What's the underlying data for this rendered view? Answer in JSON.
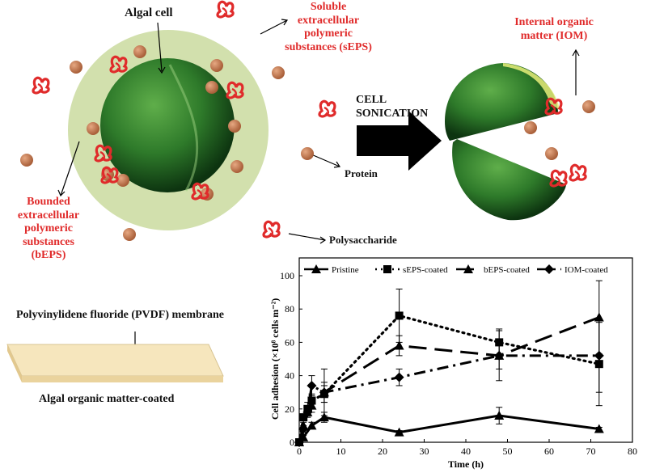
{
  "labels": {
    "algal_cell": "Algal cell",
    "seps": "Soluble extracellular polymeric substances (sEPS)",
    "iom": "Internal organic matter (IOM)",
    "sonication": "CELL SONICATION",
    "protein": "Protein",
    "beps": "Bounded extracellular polymeric substances (bEPS)",
    "polysaccharide": "Polysaccharide",
    "pvdf": "Polyvinylidene fluoride (PVDF) membrane",
    "aom_coated": "Algal organic matter-coated"
  },
  "colors": {
    "label_red": "#e02b2b",
    "cell_green": "#2e7a2a",
    "halo_green": "#d2e0ad",
    "protein_brown": "#c8815a",
    "membrane_tan": "#f4e3b4"
  },
  "chart_data": {
    "type": "line",
    "xlabel": "Time (h)",
    "ylabel": "Cell adhesion (×10⁸ cells m⁻²)",
    "xlim": [
      0,
      80
    ],
    "ylim": [
      0,
      100
    ],
    "xticks": [
      "0",
      "10",
      "20",
      "30",
      "40",
      "50",
      "60",
      "70",
      "80"
    ],
    "yticks": [
      "0",
      "20",
      "40",
      "60",
      "80",
      "100"
    ],
    "legend_position": "top",
    "series": [
      {
        "name": "Pristine",
        "marker": "triangle",
        "dash": "solid",
        "x": [
          0,
          1,
          3,
          6,
          24,
          48,
          72
        ],
        "y": [
          0,
          3,
          10,
          15,
          6,
          16,
          8
        ],
        "err": [
          0,
          1,
          2,
          3,
          1,
          5,
          1
        ]
      },
      {
        "name": "sEPS-coated",
        "marker": "square",
        "dash": "dotted",
        "x": [
          0,
          1,
          2,
          3,
          6,
          24,
          48,
          72
        ],
        "y": [
          0,
          15,
          20,
          25,
          29,
          76,
          60,
          47
        ],
        "err": [
          0,
          2,
          4,
          4,
          5,
          16,
          8,
          25
        ]
      },
      {
        "name": "bEPS-coated",
        "marker": "triangle",
        "dash": "long-dash",
        "x": [
          0,
          1,
          2,
          3,
          6,
          24,
          48,
          72
        ],
        "y": [
          0,
          10,
          18,
          22,
          30,
          58,
          52,
          75
        ],
        "err": [
          0,
          2,
          3,
          4,
          6,
          6,
          15,
          22
        ]
      },
      {
        "name": "IOM-coated",
        "marker": "diamond",
        "dash": "dash-dot",
        "x": [
          0,
          1,
          2,
          3,
          6,
          24,
          48,
          72
        ],
        "y": [
          0,
          8,
          18,
          34,
          30,
          39,
          52,
          52
        ],
        "err": [
          0,
          2,
          3,
          6,
          14,
          5,
          8,
          22
        ]
      }
    ]
  }
}
